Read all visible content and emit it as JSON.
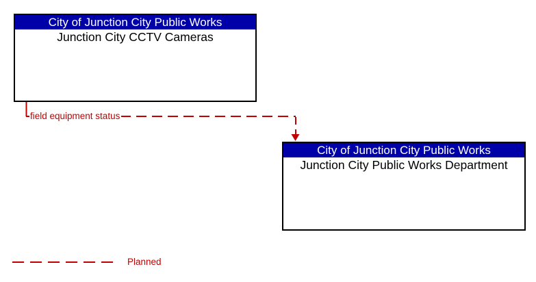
{
  "diagram": {
    "entities": [
      {
        "header": "City of Junction City Public Works",
        "body": "Junction City CCTV Cameras"
      },
      {
        "header": "City of Junction City Public Works",
        "body": "Junction City Public Works Department"
      }
    ],
    "flow": {
      "label": "field equipment status",
      "status": "Planned",
      "from": "Junction City CCTV Cameras",
      "to": "Junction City Public Works Department"
    },
    "legend": {
      "items": [
        {
          "label": "Planned",
          "line_style": "dashed"
        }
      ]
    }
  },
  "colors": {
    "header-blue": "#0000A8",
    "planned-red": "#C00000",
    "box-border": "#000000",
    "header-text": "#FFFFFF",
    "body-text": "#000000",
    "background": "#FFFFFF"
  }
}
